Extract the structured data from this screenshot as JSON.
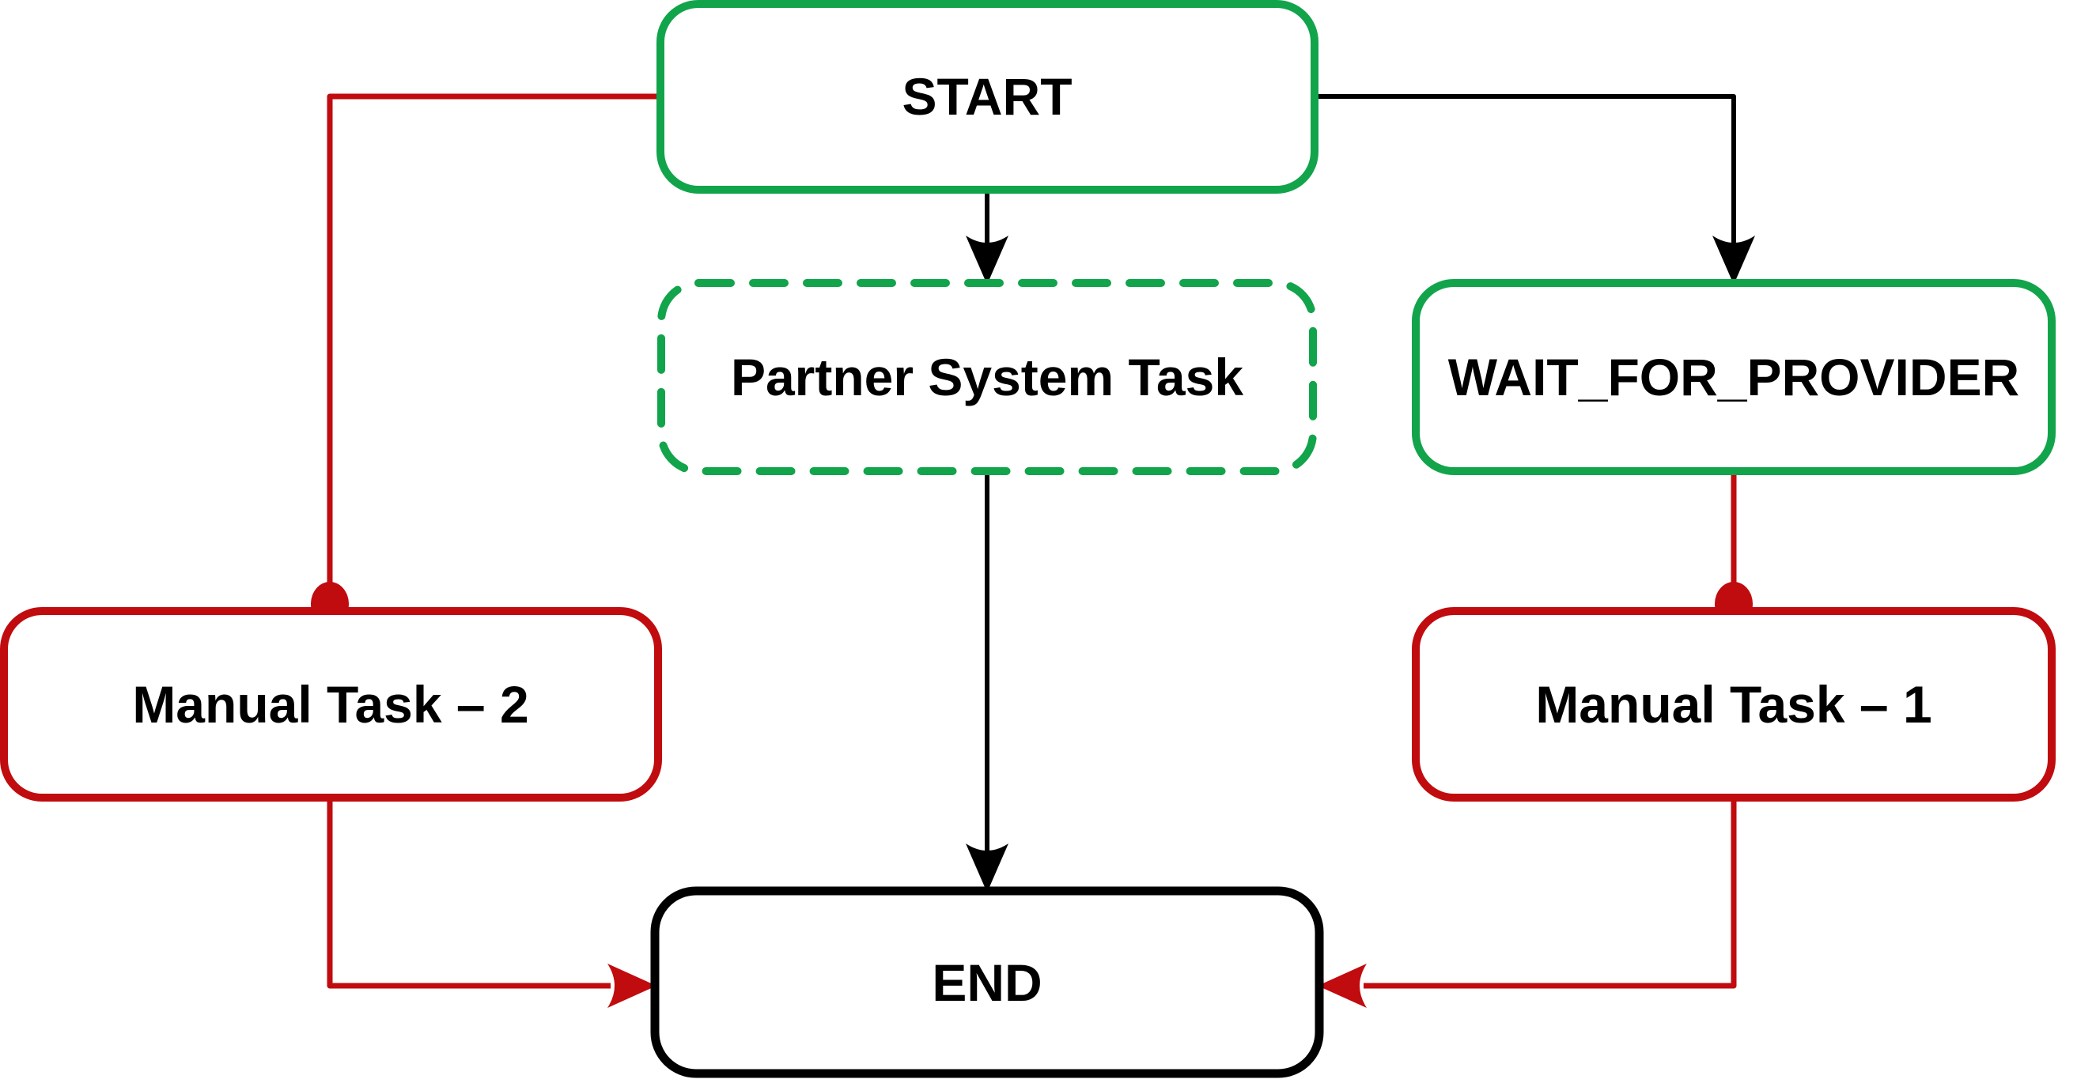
{
  "diagram": {
    "type": "workflow-flowchart",
    "background": "#ffffff",
    "colors": {
      "green": "#12A44B",
      "red": "#C00B0F",
      "black": "#000000",
      "text": "#000000",
      "node_fill": "#ffffff"
    },
    "nodes": {
      "start": {
        "label": "START",
        "border_color": "green",
        "border_style": "solid"
      },
      "partner": {
        "label": "Partner System Task",
        "border_color": "green",
        "border_style": "dashed"
      },
      "wait": {
        "label": "WAIT_FOR_PROVIDER",
        "border_color": "green",
        "border_style": "solid"
      },
      "manual2": {
        "label": "Manual Task – 2",
        "border_color": "red",
        "border_style": "solid"
      },
      "manual1": {
        "label": "Manual Task – 1",
        "border_color": "red",
        "border_style": "solid"
      },
      "end": {
        "label": "END",
        "border_color": "black",
        "border_style": "solid"
      }
    },
    "edges": [
      {
        "from": "start",
        "to": "partner",
        "color": "black",
        "style": "solid",
        "end_marker": "arrow"
      },
      {
        "from": "start",
        "to": "wait",
        "color": "black",
        "style": "solid",
        "end_marker": "arrow"
      },
      {
        "from": "start",
        "to": "manual2",
        "color": "red",
        "style": "solid",
        "end_marker": "dot"
      },
      {
        "from": "wait",
        "to": "manual1",
        "color": "red",
        "style": "solid",
        "end_marker": "dot"
      },
      {
        "from": "partner",
        "to": "end",
        "color": "black",
        "style": "solid",
        "end_marker": "arrow"
      },
      {
        "from": "manual2",
        "to": "end",
        "color": "red",
        "style": "solid",
        "end_marker": "arrow"
      },
      {
        "from": "manual1",
        "to": "end",
        "color": "red",
        "style": "solid",
        "end_marker": "arrow"
      }
    ]
  }
}
